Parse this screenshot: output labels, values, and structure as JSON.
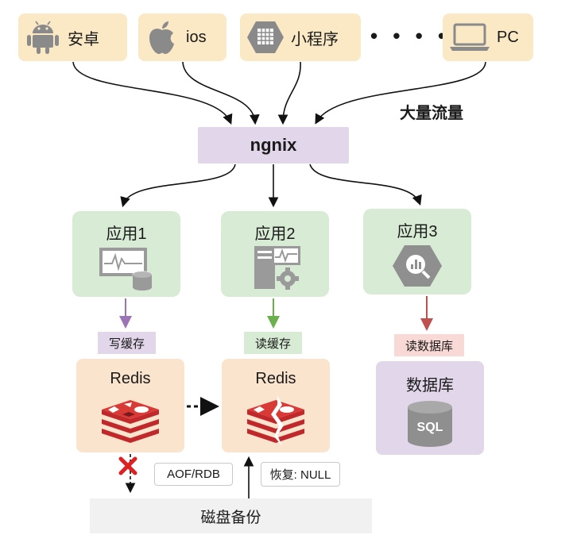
{
  "clients": [
    {
      "label": "安卓",
      "icon": "android-icon"
    },
    {
      "label": "ios",
      "icon": "apple-icon"
    },
    {
      "label": "小程序",
      "icon": "mini-program-icon"
    },
    {
      "label": "PC",
      "icon": "laptop-icon"
    }
  ],
  "ellipsis": "• • • •",
  "traffic_label": "大量流量",
  "nginx_label": "ngnix",
  "apps": [
    {
      "title": "应用1",
      "icon": "monitor-db-icon"
    },
    {
      "title": "应用2",
      "icon": "server-gear-icon"
    },
    {
      "title": "应用3",
      "icon": "analytics-hexagon-icon"
    }
  ],
  "tags": {
    "write_cache": "写缓存",
    "read_cache": "读缓存",
    "read_db": "读数据库"
  },
  "redis": [
    {
      "title": "Redis",
      "icon": "redis-icon"
    },
    {
      "title": "Redis",
      "icon": "redis-broken-icon"
    }
  ],
  "database": {
    "title": "数据库",
    "icon_text": "SQL"
  },
  "notes": {
    "persist": "AOF/RDB",
    "restore": "恢复: NULL"
  },
  "disk_label": "磁盘备份",
  "colors": {
    "client_bg": "#fbe9c6",
    "nginx_bg": "#e2d7ea",
    "app_bg": "#d8ecd5",
    "redis_bg": "#fbe4cd",
    "db_bg": "#e2d7ea",
    "write_arrow": "#9a74b5",
    "read_cache_arrow": "#6ab04c",
    "read_db_arrow": "#c0504d",
    "fail_mark": "#e02020"
  }
}
